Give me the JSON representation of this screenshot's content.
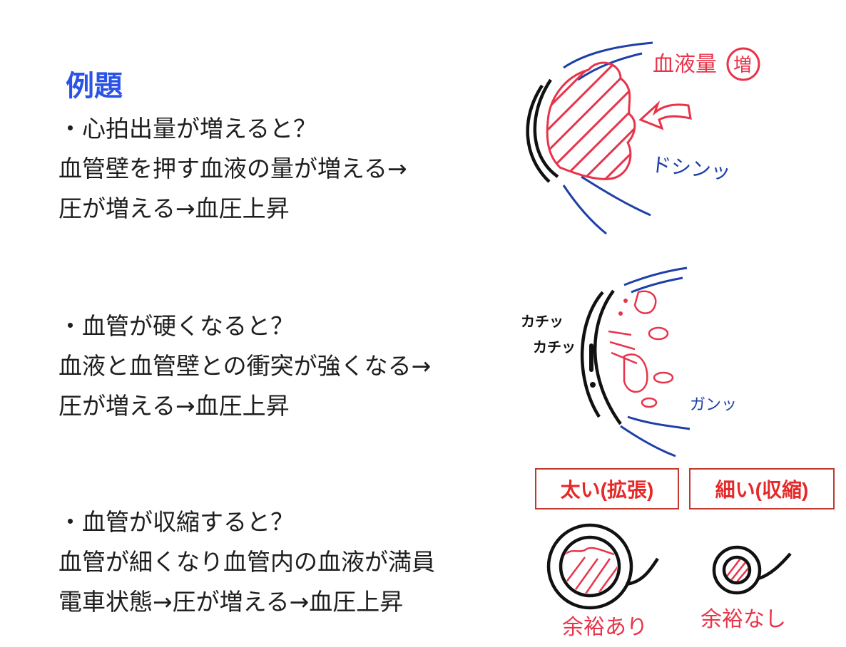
{
  "title": "例題",
  "examples": [
    {
      "lines": [
        "・心拍出量が増えると？",
        "血管壁を押す血液の量が増える→",
        "圧が増える→血圧上昇"
      ]
    },
    {
      "lines": [
        "・血管が硬くなると？",
        "血液と血管壁との衝突が強くなる→",
        "圧が増える→血圧上昇"
      ]
    },
    {
      "lines": [
        "・血管が収縮すると？",
        "血管が細くなり血管内の血液が満員",
        "電車状態→圧が増える→血圧上昇"
      ]
    }
  ],
  "illustration1": {
    "label_volume": "血液量",
    "label_increase": "増",
    "sound": "ドシンッ"
  },
  "illustration2": {
    "sound_left_1": "カチッ",
    "sound_left_2": "カチッ",
    "sound_right": "ガンッ"
  },
  "illustration3": {
    "box_wide": "太い(拡張)",
    "box_narrow": "細い(収縮)",
    "caption_wide": "余裕あり",
    "caption_narrow": "余裕なし"
  },
  "colors": {
    "title": "#2b53e6",
    "red": "#e8344a",
    "blue": "#1d3fa8",
    "box_border": "#c0392b"
  }
}
